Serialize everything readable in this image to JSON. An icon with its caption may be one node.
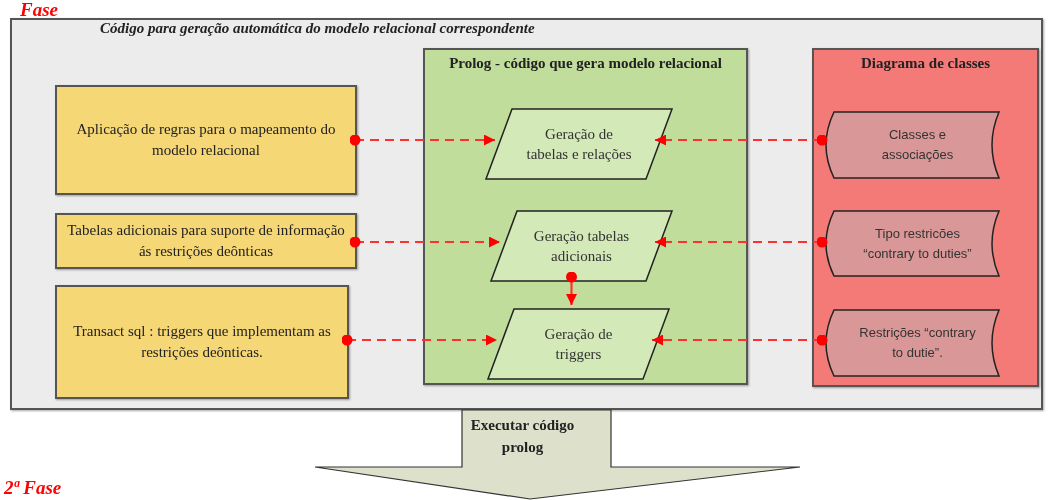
{
  "diagram": {
    "nodes": [
      {
        "text": [
          "Código para geração automática do modelo relacional correspondente"
        ]
      },
      {
        "text": [
          "Aplicação de regras para o mapeamento do modelo relacional"
        ],
        "in": 0
      },
      {
        "text": [
          "Tabelas adicionais para suporte de informação ás restrições deônticas"
        ],
        "in": 0
      },
      {
        "text": [
          "Transact sql : triggers que implementam as restrições deônticas."
        ],
        "in": 0
      },
      {
        "text": [
          "Prolog - código que gera modelo relacional"
        ],
        "in": 0
      },
      {
        "text": [
          "Geração de tabelas e relações"
        ],
        "in": 4
      },
      {
        "text": [
          "Geração tabelas adicionais"
        ],
        "in": 4
      },
      {
        "text": [
          "Geração de triggers"
        ],
        "in": 4
      },
      {
        "text": [
          "Diagrama de classes"
        ],
        "in": 0
      },
      {
        "text": [
          "Classes e associações"
        ],
        "in": 8
      },
      {
        "text": [
          "Tipo restricões “contrary to duties”"
        ],
        "in": 8
      },
      {
        "text": [
          "Restrições “contrary to dutie”."
        ],
        "in": 8
      },
      {
        "text": [
          "Executar código prolog"
        ]
      }
    ],
    "edges": [
      {
        "from": 1,
        "to": 5,
        "arrow": "to",
        "style": "dashed"
      },
      {
        "from": 9,
        "to": 5,
        "arrow": "to",
        "style": "dashed"
      },
      {
        "from": 2,
        "to": 6,
        "arrow": "to",
        "style": "dashed"
      },
      {
        "from": 10,
        "to": 6,
        "arrow": "to",
        "style": "dashed"
      },
      {
        "from": 6,
        "to": 7,
        "arrow": "to"
      },
      {
        "from": 3,
        "to": 7,
        "arrow": "to",
        "style": "dashed"
      },
      {
        "from": 11,
        "to": 7,
        "arrow": "to",
        "style": "dashed"
      }
    ],
    "labels": [
      "Fase",
      "2ª Fase"
    ]
  }
}
